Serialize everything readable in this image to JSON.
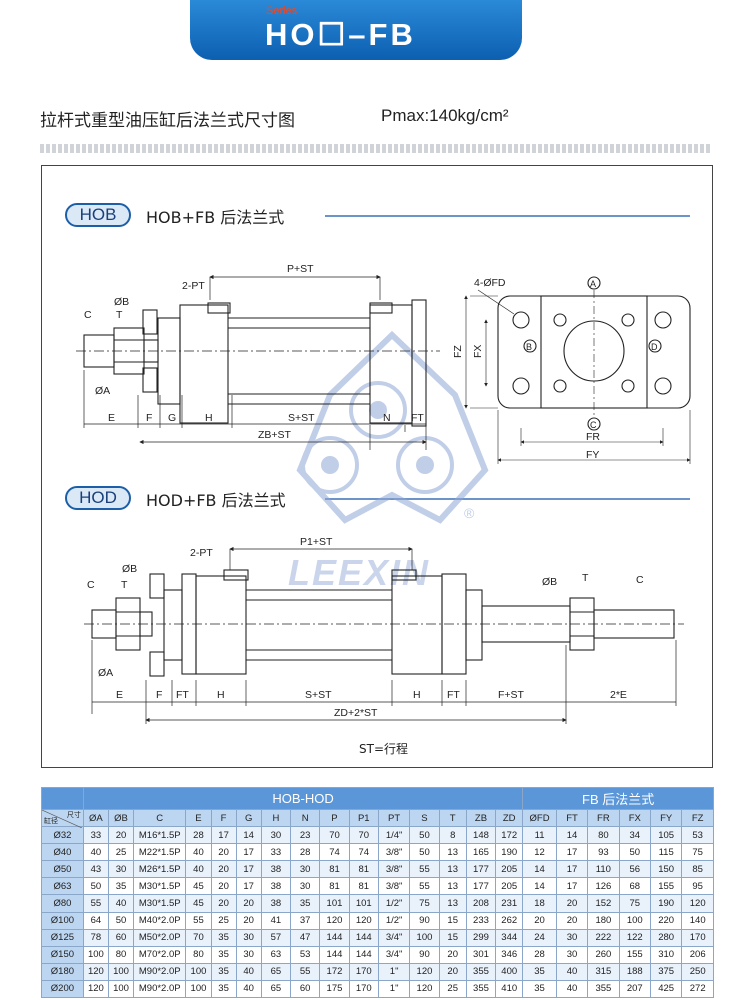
{
  "header": {
    "series_label": "Series",
    "model": "HO☐–FB"
  },
  "title": {
    "main": "拉杆式重型油压缸后法兰式尺寸图",
    "pmax": "Pmax:140kg/cm²"
  },
  "sections": {
    "hob": {
      "pill": "HOB",
      "title": "HOB+FB  后法兰式"
    },
    "hod": {
      "pill": "HOD",
      "title": "HOD+FB  后法兰式"
    }
  },
  "labels": {
    "hob": {
      "p_st": "P+ST",
      "pt": "2-PT",
      "b": "ØB",
      "c": "C",
      "t": "T",
      "a": "ØA",
      "e": "E",
      "f": "F",
      "g": "G",
      "h": "H",
      "s_st": "S+ST",
      "n": "N",
      "ft": "FT",
      "zb_st": "ZB+ST"
    },
    "flange": {
      "fd": "4-ØFD",
      "a": "A",
      "b": "B",
      "c": "C",
      "d": "D",
      "fz": "FZ",
      "fx": "FX",
      "fr": "FR",
      "fy": "FY"
    },
    "hod": {
      "p1_st": "P1+ST",
      "pt": "2-PT",
      "b": "ØB",
      "c": "C",
      "t": "T",
      "a": "ØA",
      "e": "E",
      "f": "F",
      "ft": "FT",
      "h": "H",
      "s_st": "S+ST",
      "h2": "H",
      "ft2": "FT",
      "f_st": "F+ST",
      "two_e": "2*E",
      "zd": "ZD+2*ST",
      "b2": "ØB",
      "t2": "T",
      "c2": "C"
    }
  },
  "note": "ST=行程",
  "watermark": {
    "brand": "LEEXIN",
    "registered": "®"
  },
  "table": {
    "group_left": "HOB-HOD",
    "group_right": "FB  后法兰式",
    "corner_top": "尺寸",
    "corner_bottom": "缸径",
    "columns": [
      "ØA",
      "ØB",
      "C",
      "E",
      "F",
      "G",
      "H",
      "N",
      "P",
      "P1",
      "PT",
      "S",
      "T",
      "ZB",
      "ZD",
      "ØFD",
      "FT",
      "FR",
      "FX",
      "FY",
      "FZ"
    ],
    "rows": [
      {
        "bore": "Ø32",
        "v": [
          "33",
          "20",
          "M16*1.5P",
          "28",
          "17",
          "14",
          "30",
          "23",
          "70",
          "70",
          "1/4\"",
          "50",
          "8",
          "148",
          "172",
          "11",
          "14",
          "80",
          "34",
          "105",
          "53"
        ]
      },
      {
        "bore": "Ø40",
        "v": [
          "40",
          "25",
          "M22*1.5P",
          "40",
          "20",
          "17",
          "33",
          "28",
          "74",
          "74",
          "3/8\"",
          "50",
          "13",
          "165",
          "190",
          "12",
          "17",
          "93",
          "50",
          "115",
          "75"
        ]
      },
      {
        "bore": "Ø50",
        "v": [
          "43",
          "30",
          "M26*1.5P",
          "40",
          "20",
          "17",
          "38",
          "30",
          "81",
          "81",
          "3/8\"",
          "55",
          "13",
          "177",
          "205",
          "14",
          "17",
          "110",
          "56",
          "150",
          "85"
        ]
      },
      {
        "bore": "Ø63",
        "v": [
          "50",
          "35",
          "M30*1.5P",
          "45",
          "20",
          "17",
          "38",
          "30",
          "81",
          "81",
          "3/8\"",
          "55",
          "13",
          "177",
          "205",
          "14",
          "17",
          "126",
          "68",
          "155",
          "95"
        ]
      },
      {
        "bore": "Ø80",
        "v": [
          "55",
          "40",
          "M30*1.5P",
          "45",
          "20",
          "20",
          "38",
          "35",
          "101",
          "101",
          "1/2\"",
          "75",
          "13",
          "208",
          "231",
          "18",
          "20",
          "152",
          "75",
          "190",
          "120"
        ]
      },
      {
        "bore": "Ø100",
        "v": [
          "64",
          "50",
          "M40*2.0P",
          "55",
          "25",
          "20",
          "41",
          "37",
          "120",
          "120",
          "1/2\"",
          "90",
          "15",
          "233",
          "262",
          "20",
          "20",
          "180",
          "100",
          "220",
          "140"
        ]
      },
      {
        "bore": "Ø125",
        "v": [
          "78",
          "60",
          "M50*2.0P",
          "70",
          "35",
          "30",
          "57",
          "47",
          "144",
          "144",
          "3/4\"",
          "100",
          "15",
          "299",
          "344",
          "24",
          "30",
          "222",
          "122",
          "280",
          "170"
        ]
      },
      {
        "bore": "Ø150",
        "v": [
          "100",
          "80",
          "M70*2.0P",
          "80",
          "35",
          "30",
          "63",
          "53",
          "144",
          "144",
          "3/4\"",
          "90",
          "20",
          "301",
          "346",
          "28",
          "30",
          "260",
          "155",
          "310",
          "206"
        ]
      },
      {
        "bore": "Ø180",
        "v": [
          "120",
          "100",
          "M90*2.0P",
          "100",
          "35",
          "40",
          "65",
          "55",
          "172",
          "170",
          "1\"",
          "120",
          "20",
          "355",
          "400",
          "35",
          "40",
          "315",
          "188",
          "375",
          "250"
        ]
      },
      {
        "bore": "Ø200",
        "v": [
          "120",
          "100",
          "M90*2.0P",
          "100",
          "35",
          "40",
          "65",
          "60",
          "175",
          "170",
          "1\"",
          "120",
          "25",
          "355",
          "410",
          "35",
          "40",
          "355",
          "207",
          "425",
          "272"
        ]
      }
    ]
  }
}
